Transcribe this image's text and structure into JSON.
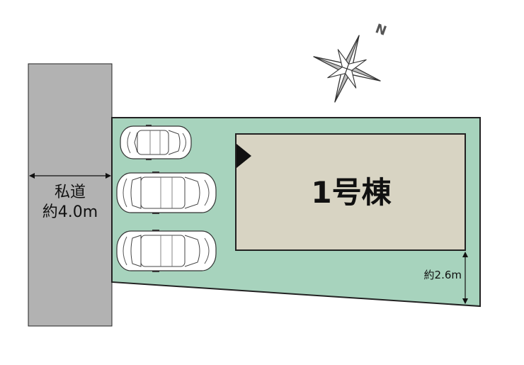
{
  "road": {
    "name": "私道",
    "width": "約4.0m",
    "fill_color": "#b2b2b2"
  },
  "lot": {
    "fill_color": "#a7d3bd"
  },
  "building": {
    "label": "1号棟",
    "fill_color": "#d8d4c3"
  },
  "setback": {
    "label": "約2.6m"
  },
  "compass": {
    "north_label": "N",
    "icon": "compass-rose-icon"
  },
  "entrance": {
    "icon": "entrance-triangle-icon"
  },
  "parking": {
    "cars": [
      "compact-car",
      "sedan",
      "sedan"
    ]
  }
}
